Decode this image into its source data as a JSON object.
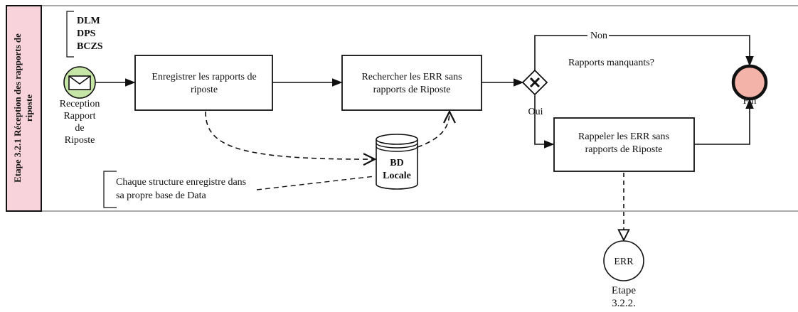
{
  "lane": {
    "title_line1": "Etape 3.2.1 Réception des rapports de",
    "title_line2": "riposte",
    "fill_color": "#f9d3dc"
  },
  "actors_annotation": {
    "lines": [
      "DLM",
      "DPS",
      "BCZS"
    ]
  },
  "start_event": {
    "icon": "envelope-icon",
    "label_lines": [
      "Reception",
      "Rapport",
      "de",
      "Riposte"
    ],
    "fill_color": "#c6e6a8"
  },
  "tasks": {
    "register": {
      "lines": [
        "Enregistrer les rapports de",
        "riposte"
      ]
    },
    "search": {
      "lines": [
        "Rechercher les ERR sans",
        "rapports de Riposte"
      ]
    },
    "recall": {
      "lines": [
        "Rappeler les  ERR sans",
        "rapports de Riposte"
      ]
    }
  },
  "gateway": {
    "question": "Rapports manquants?",
    "no_label": "Non",
    "yes_label": "Oui"
  },
  "end_event": {
    "label": "Fin",
    "fill_color": "#f4b3a8"
  },
  "datastore": {
    "lines": [
      "BD",
      "Locale"
    ]
  },
  "note_annotation": {
    "lines": [
      "Chaque structure enregistre dans",
      "sa propre base de Data"
    ]
  },
  "offpage_connector": {
    "label": "ERR",
    "caption_lines": [
      "Etape",
      "3.2.2."
    ]
  }
}
